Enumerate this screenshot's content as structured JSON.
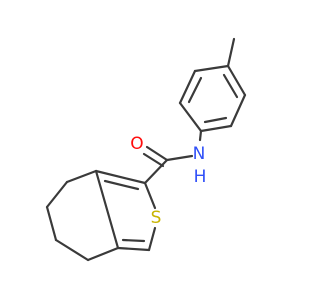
{
  "molecule": {
    "atoms": {
      "oxygen": {
        "symbol": "O",
        "color": "#ff0d0d"
      },
      "nitrogen": {
        "symbol": "N",
        "color": "#3050f8"
      },
      "hydrogen": {
        "symbol": "H",
        "color": "#3050f8"
      },
      "sulfur": {
        "symbol": "S",
        "color": "#c8b400"
      }
    },
    "bond_color": "#3a3a3a"
  }
}
